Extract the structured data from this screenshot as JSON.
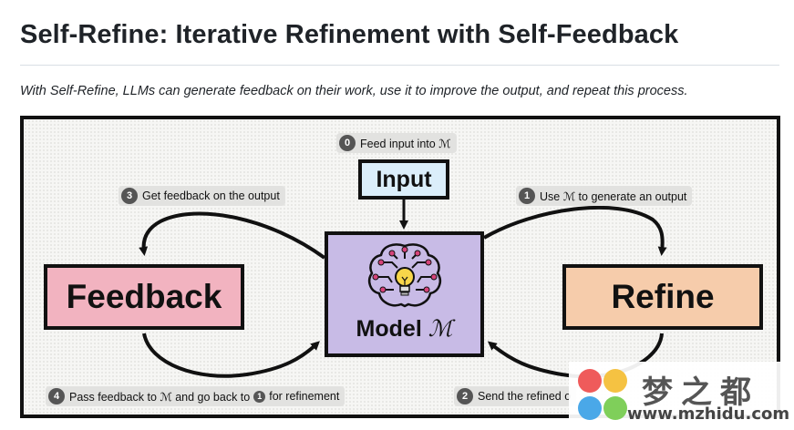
{
  "page": {
    "title": "Self-Refine: Iterative Refinement with Self-Feedback",
    "subtitle": "With Self-Refine, LLMs can generate feedback on their work, use it to improve the output, and repeat this process."
  },
  "diagram": {
    "boxes": {
      "input": "Input",
      "feedback": "Feedback",
      "refine": "Refine",
      "model_word": "Model",
      "model_symbol": "ℳ"
    },
    "steps": [
      {
        "number": "0",
        "text": "Feed input into ℳ"
      },
      {
        "number": "1",
        "text": "Use ℳ to generate an output"
      },
      {
        "number": "2",
        "text": "Send the refined o"
      },
      {
        "number": "3",
        "text": "Get feedback on the output"
      },
      {
        "number": "4",
        "text_before": "Pass feedback to ℳ and go back to",
        "ref_number": "1",
        "text_after": "for refinement"
      }
    ],
    "colors": {
      "input": "#dbeefa",
      "feedback": "#f2b3c0",
      "refine": "#f6ccab",
      "model": "#c8bbe6",
      "badge": "#555555"
    },
    "icons": [
      "brain-circuit-icon",
      "lightbulb-icon"
    ]
  },
  "watermark": {
    "text": "梦之都",
    "url": "www.mzhidu.com"
  }
}
